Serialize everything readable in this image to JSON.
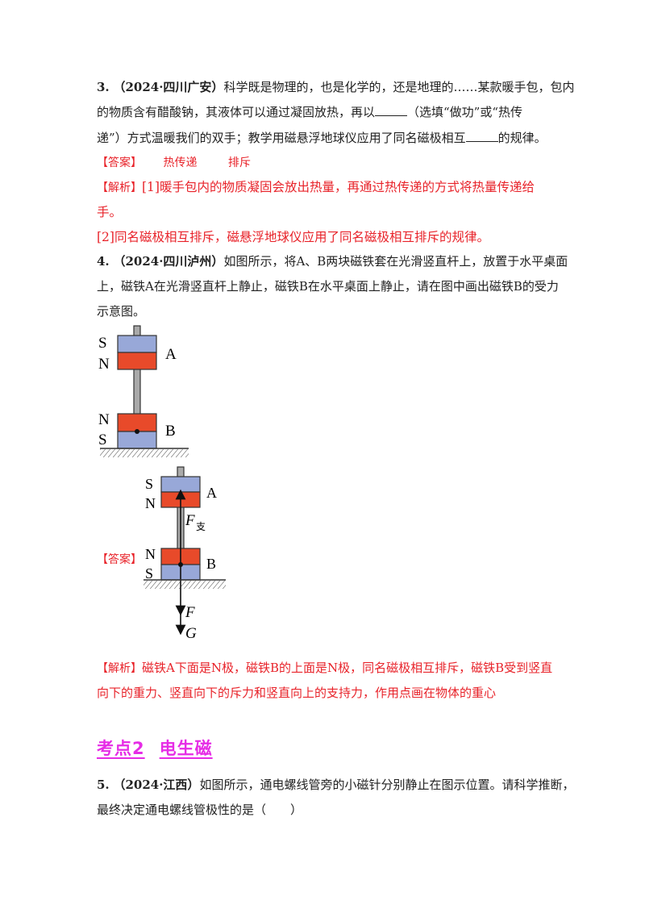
{
  "q3": {
    "num": "3.",
    "source": "（2024·四川广安）",
    "line1_text": "科学既是物理的，也是化学的，还是地理的……某款暖手包，包内",
    "line2_a": "的物质含有醋酸钠，其液体可以通过凝固放热，再以",
    "line2_b": "（选填“做功”或“热传",
    "line3_a": "递”）方式温暖我们的双手；教学用磁悬浮地球仪应用了同名磁极相互",
    "line3_b": "的规律。",
    "answer_tag": "【答案】",
    "answer_1": "热传递",
    "answer_2": "排斥",
    "analysis_tag": "【解析】",
    "analysis_1": "[1]暖手包内的物质凝固会放出热量，再通过热传递的方式将热量传递给",
    "analysis_1b": "手。",
    "analysis_2": "[2]同名磁极相互排斥，磁悬浮地球仪应用了同名磁极相互排斥的规律。"
  },
  "q4": {
    "num": "4.",
    "source": "（2024·四川泸州）",
    "line1_text": "如图所示，将A、B两块磁铁套在光滑竖直杆上，放置于水平桌面",
    "line2": "上，磁铁A在光滑竖直杆上静止，磁铁B在水平桌面上静止，请在图中画出磁铁B的受力",
    "line3": "示意图。",
    "figure1": {
      "top_pole_a": "S",
      "bottom_pole_a": "N",
      "label_a": "A",
      "top_pole_b": "N",
      "bottom_pole_b": "S",
      "label_b": "B"
    },
    "answer_tag": "【答案】",
    "figure2": {
      "top_pole_a": "S",
      "bottom_pole_a": "N",
      "label_a": "A",
      "top_pole_b": "N",
      "bottom_pole_b": "S",
      "label_b": "B",
      "force_support": "F",
      "force_support_sub": "支",
      "force_down": "F",
      "force_gravity": "G"
    },
    "analysis_tag": "【解析】",
    "analysis_1": "磁铁A下面是N极，磁铁B的上面是N极，同名磁极相互排斥，磁铁B受到竖直",
    "analysis_2": "向下的重力、竖直向下的斥力和竖直向上的支持力，作用点画在物体的重心"
  },
  "section": {
    "label": "考点2",
    "title": "电生磁"
  },
  "q5": {
    "num": "5.",
    "source": "（2024·江西）",
    "line1_text": "如图所示，通电螺线管旁的小磁针分别静止在图示位置。请科学推断，",
    "line2": "最终决定通电螺线管极性的是（　　）"
  },
  "colors": {
    "red_text": "#e8232a",
    "heading": "#e62ce6",
    "magnet_blue": "#98a8d8",
    "magnet_red": "#e84a2a"
  }
}
